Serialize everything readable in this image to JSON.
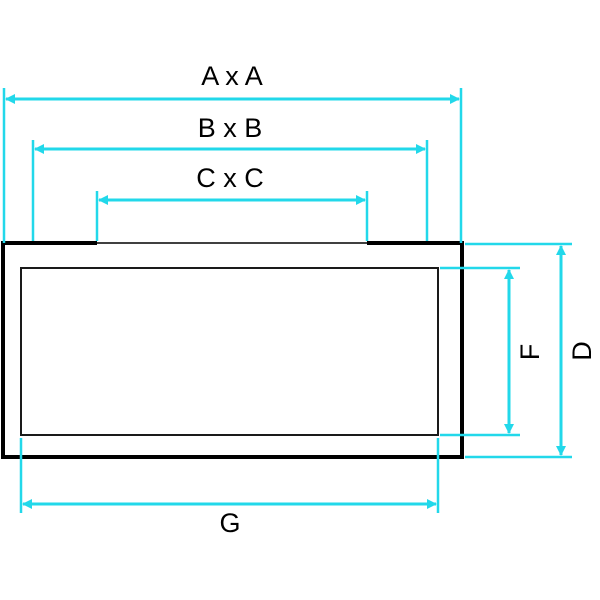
{
  "diagram": {
    "labels": {
      "a": "A x A",
      "b": "B x B",
      "c": "C x C",
      "d": "D",
      "f": "F",
      "g": "G"
    },
    "colors": {
      "dimension": "#22d8ea",
      "outline": "#000000",
      "inner": "#1a1a1a",
      "background": "#ffffff"
    }
  }
}
